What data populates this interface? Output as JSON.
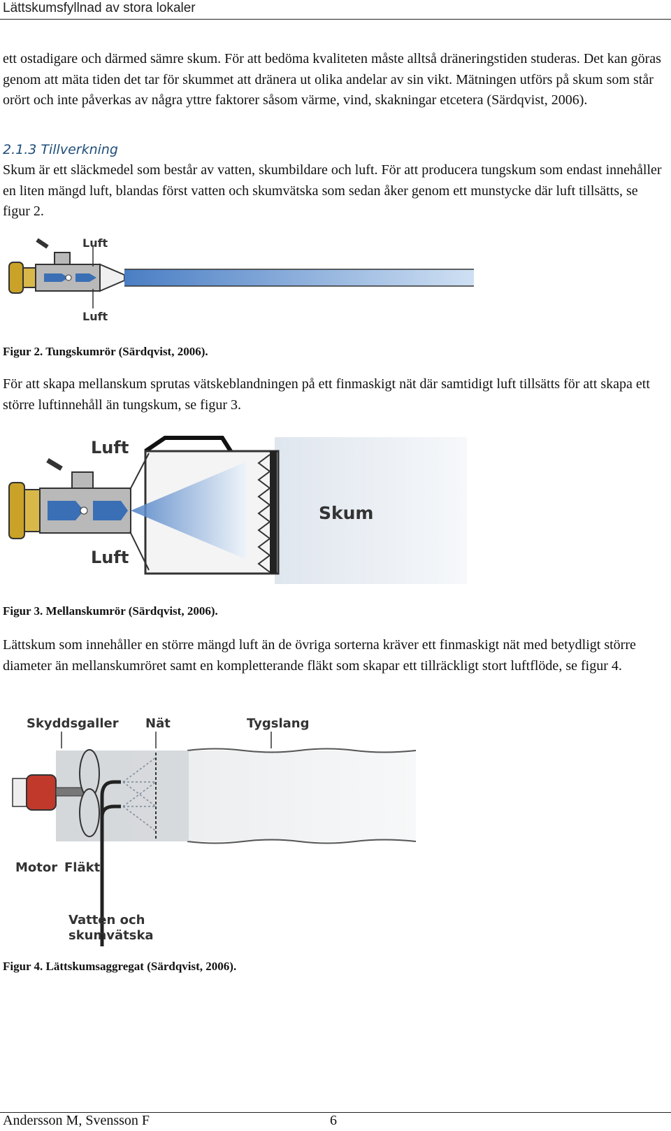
{
  "header": {
    "title": "Lättskumsfyllnad av stora lokaler"
  },
  "paragraphs": {
    "p1": "ett ostadigare och därmed sämre skum. För att bedöma kvaliteten måste alltså dräneringstiden studeras. Det kan göras genom att mäta tiden det tar för skummet att dränera ut olika andelar av sin vikt. Mätningen utförs på skum som står orört och inte påverkas av några yttre faktorer såsom värme, vind, skakningar etcetera (Särdqvist, 2006).",
    "heading": "2.1.3 Tillverkning",
    "p2": "Skum är ett släckmedel som består av vatten, skumbildare och luft. För att producera tungskum som endast innehåller en liten mängd luft, blandas först vatten och skumvätska som sedan åker genom ett munstycke där luft tillsätts, se figur 2.",
    "p3": "För att skapa mellanskum sprutas vätskeblandningen på ett finmaskigt nät där samtidigt luft tillsätts för att skapa ett större luftinnehåll än tungskum, se figur 3.",
    "p4": "Lättskum som innehåller en större mängd luft än de övriga sorterna kräver ett finmaskigt nät med betydligt större diameter än mellanskumröret samt en kompletterande fläkt som skapar ett tillräckligt stort luftflöde, se figur 4."
  },
  "figures": {
    "fig2": {
      "label_top": "Luft",
      "label_bottom": "Luft",
      "caption": "Figur 2. Tungskumrör (Särdqvist, 2006)."
    },
    "fig3": {
      "label_top": "Luft",
      "label_bottom": "Luft",
      "label_foam": "Skum",
      "caption": "Figur 3. Mellanskumrör (Särdqvist, 2006)."
    },
    "fig4": {
      "label_guard": "Skyddsgaller",
      "label_net": "Nät",
      "label_hose": "Tygslang",
      "label_motor": "Motor",
      "label_fan": "Fläkt",
      "label_water_1": "Vatten och",
      "label_water_2": "skumvätska",
      "caption": "Figur 4. Lättskumsaggregat (Särdqvist, 2006)."
    }
  },
  "footer": {
    "authors": "Andersson M, Svensson F",
    "page": "6"
  },
  "colors": {
    "heading": "#1f4e79",
    "nozzle_blue": "#3a6fb5",
    "brass": "#c9a227",
    "motor_red": "#c0392b"
  }
}
